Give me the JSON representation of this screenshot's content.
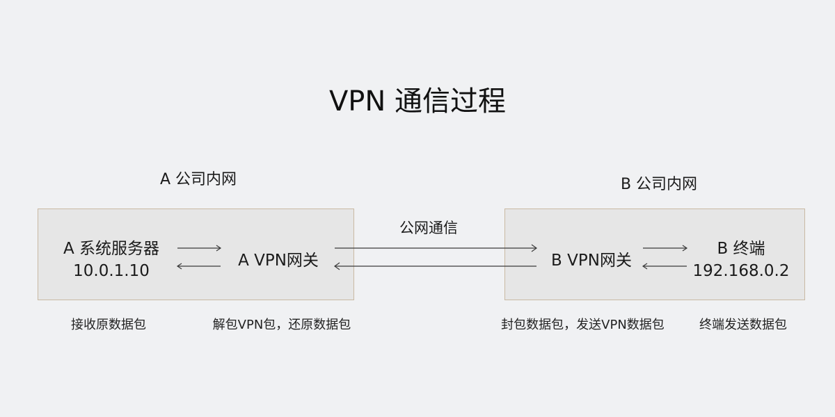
{
  "title": "VPN 通信过程",
  "network_a": {
    "label": "A 公司内网",
    "server": {
      "name": "A 系统服务器",
      "ip": "10.0.1.10"
    },
    "gateway": {
      "name": "A VPN网关"
    }
  },
  "network_b": {
    "label": "B 公司内网",
    "gateway": {
      "name": "B VPN网关"
    },
    "terminal": {
      "name": "B 终端",
      "ip": "192.168.0.2"
    }
  },
  "public_link": {
    "label": "公网通信"
  },
  "notes": {
    "server_a": "接收原数据包",
    "gateway_a": "解包VPN包，还原数据包",
    "gateway_b": "封包数据包，发送VPN数据包",
    "terminal_b": "终端发送数据包"
  },
  "colors": {
    "background": "#f0f1f3",
    "box_fill": "#e6e6e6",
    "box_border": "#c9b9a3",
    "arrow": "#3a3a3a"
  }
}
